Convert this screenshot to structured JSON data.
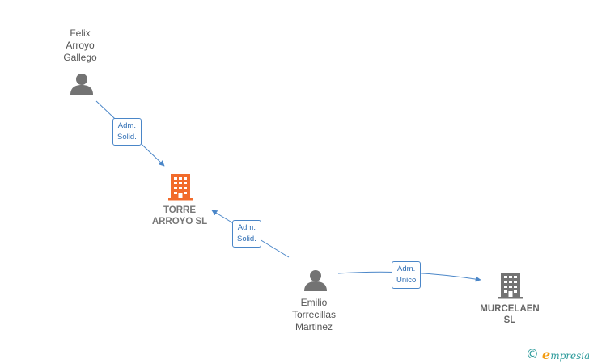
{
  "nodes": {
    "felix": {
      "label": "Felix\nArroyo\nGallego",
      "type": "person"
    },
    "torre": {
      "label": "TORRE\nARROYO  SL",
      "type": "company-highlight"
    },
    "emilio": {
      "label": "Emilio\nTorrecillas\nMartinez",
      "type": "person"
    },
    "murcelaen": {
      "label": "MURCELAEN\nSL",
      "type": "company"
    }
  },
  "edges": {
    "felix_torre": {
      "label": "Adm.\nSolid."
    },
    "emilio_torre": {
      "label": "Adm.\nSolid."
    },
    "emilio_murcelaen": {
      "label": "Adm.\nUnico"
    }
  },
  "colors": {
    "person": "#737373",
    "company": "#737373",
    "company_highlight": "#f26b2b",
    "edge": "#4a86c8"
  },
  "icons": {
    "person": "person-icon",
    "company": "building-icon"
  },
  "brand": {
    "copyright": "©",
    "name": "mpresia",
    "initial": "e"
  }
}
